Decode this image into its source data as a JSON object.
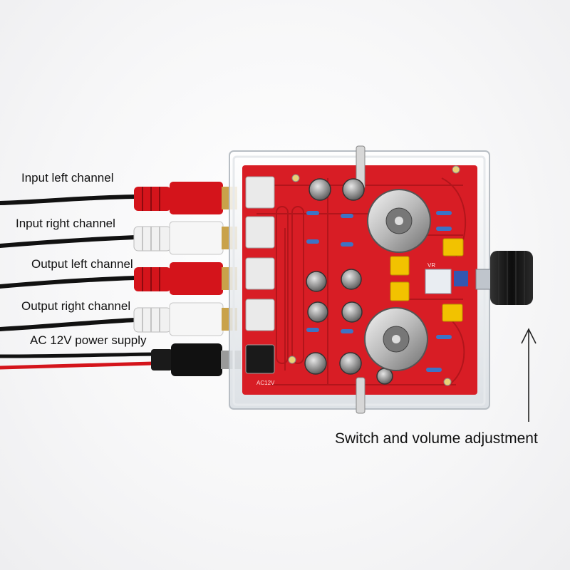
{
  "labels": {
    "input_left": "Input left channel",
    "input_right": "Input right channel",
    "output_left": "Output left channel",
    "output_right": "Output right channel",
    "power": "AC 12V power supply",
    "switch_volume": "Switch and volume adjustment"
  },
  "board": {
    "voltage_mark": "AC12V",
    "regulator_mark": "VR"
  },
  "colors": {
    "pcb": "#d81d25",
    "rca_red": "#d4141b",
    "rca_white": "#f3f3f3",
    "knob": "#151515",
    "capacitor_yellow": "#f2c200"
  }
}
